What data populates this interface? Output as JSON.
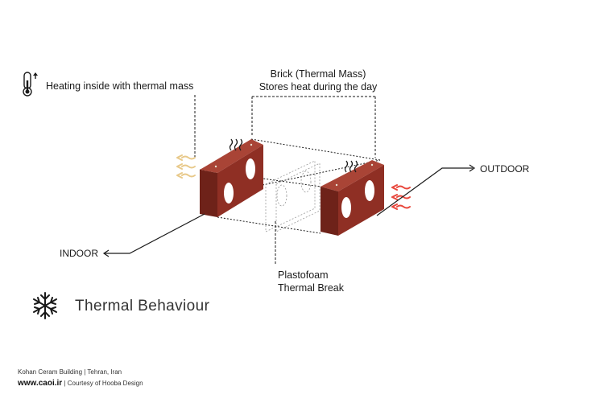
{
  "heating_label": "Heating inside with thermal mass",
  "brick_label": {
    "line1": "Brick (Thermal Mass)",
    "line2": "Stores heat during the day"
  },
  "outdoor_label": "OUTDOOR",
  "indoor_label": "INDOOR",
  "plastofoam_label": {
    "line1": "Plastofoam",
    "line2": "Thermal Break"
  },
  "title": "Thermal Behaviour",
  "footer": {
    "line1": "Kohan Ceram Building  |  Tehran, Iran",
    "site": "www.caoi.ir",
    "separator": "|",
    "credit": "Courtesy of Hooba Design"
  },
  "colors": {
    "brick_front": "#8f2f24",
    "brick_top": "#a94436",
    "brick_side": "#6e2219",
    "indoor_wave": "#e8c98a",
    "outdoor_wave": "#e8473c",
    "line": "#1a1a1a"
  },
  "icons": [
    "thermometer-up-icon",
    "snowflake-icon",
    "heat-wave-icon",
    "arrow-left-icon",
    "arrow-right-icon"
  ]
}
